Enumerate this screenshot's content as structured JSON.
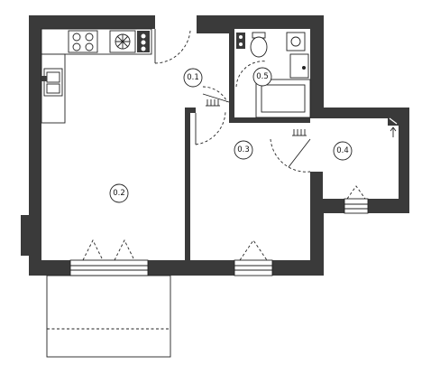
{
  "plan": {
    "rooms": [
      {
        "id": "room-0-1",
        "label": "0.1"
      },
      {
        "id": "room-0-2",
        "label": "0.2"
      },
      {
        "id": "room-0-3",
        "label": "0.3"
      },
      {
        "id": "room-0-4",
        "label": "0.4"
      },
      {
        "id": "room-0-5",
        "label": "0.5"
      }
    ]
  }
}
